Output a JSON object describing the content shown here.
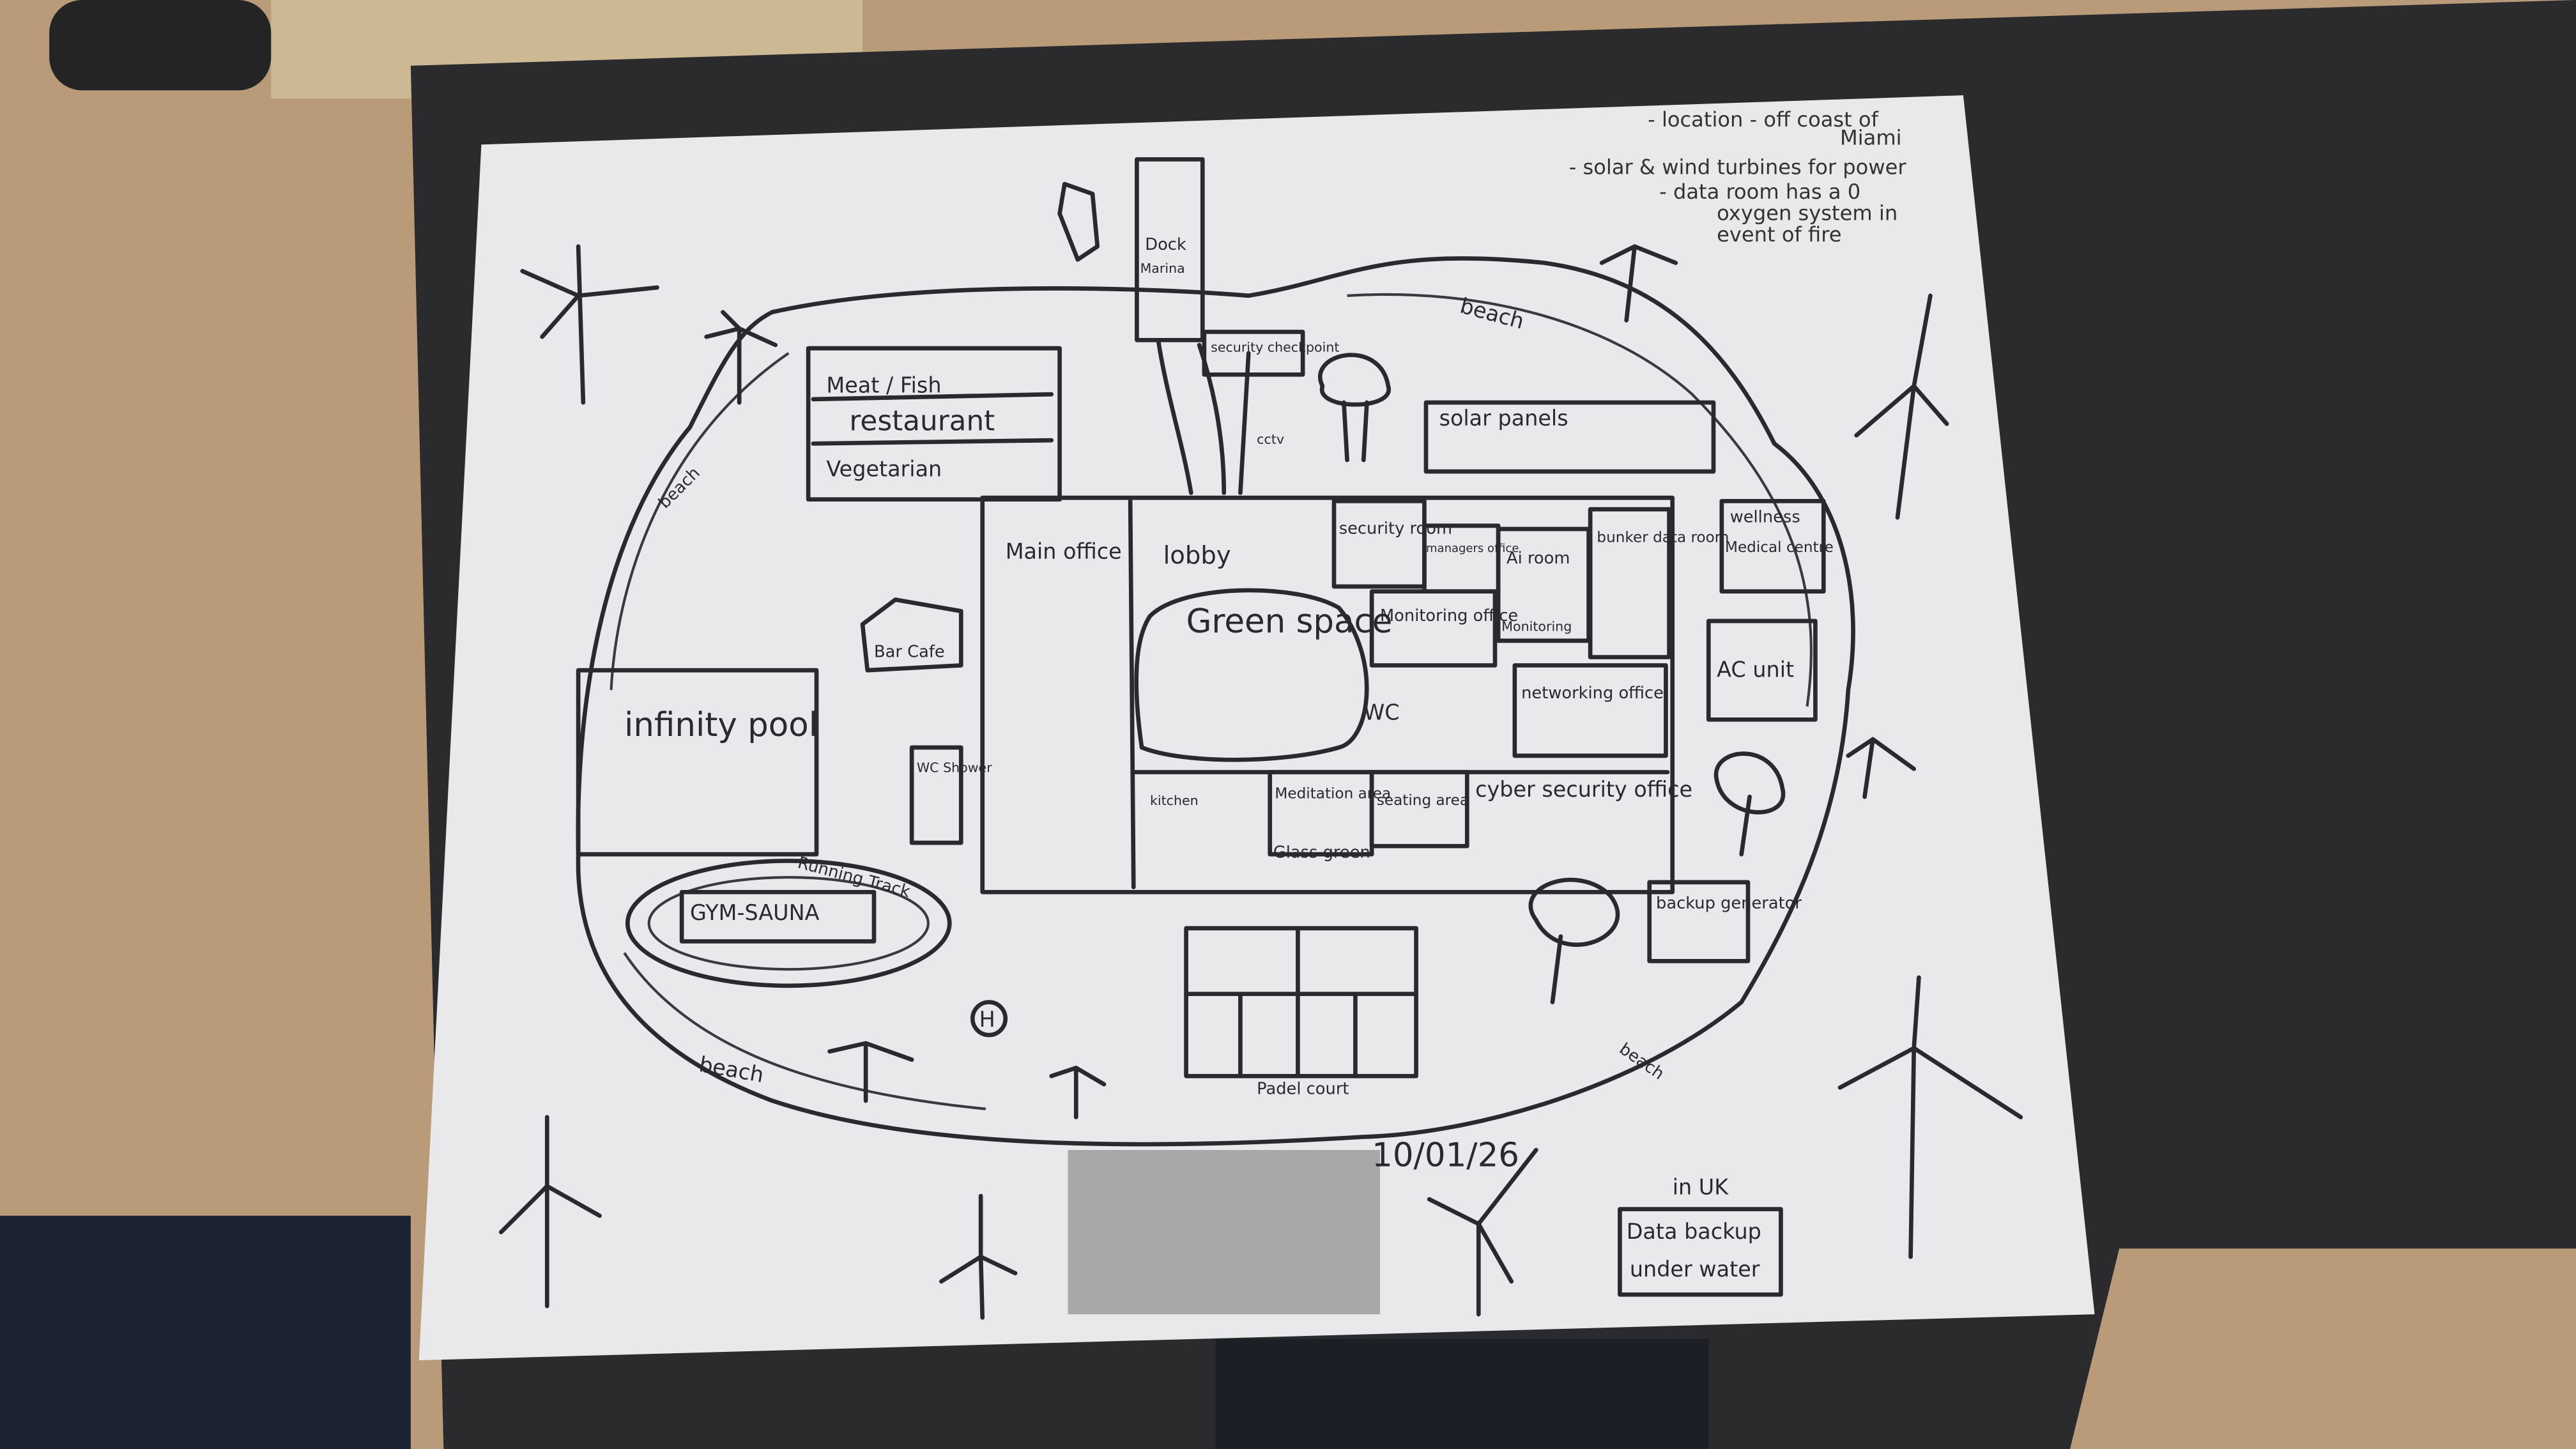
{
  "notes": {
    "line1": "- location - off coast of",
    "line2": "Miami",
    "line3": "- solar & wind turbines for power",
    "line4": "- data room has a 0",
    "line5": "oxygen system in",
    "line6": "event of fire"
  },
  "labels": {
    "dock": "Dock",
    "marina": "Marina",
    "security_checkpoint": "security checkpoint",
    "cctv": "cctv",
    "beach": "beach",
    "meat_fish": "Meat / Fish",
    "restaurant": "restaurant",
    "vegetarian": "Vegetarian",
    "solar_panels": "solar panels",
    "wellness": "wellness",
    "medical_centre": "Medical centre",
    "main_office": "Main office",
    "lobby": "lobby",
    "security_room": "security room",
    "managers_office": "managers office",
    "ai_room": "Ai room",
    "bunker_data_room": "bunker data room",
    "green_space": "Green space",
    "monitoring_office": "Monitoring office",
    "monitoring": "Monitoring",
    "networking_office": "networking office",
    "ac_unit": "AC unit",
    "wc": "WC",
    "kitchen": "kitchen",
    "meditation_area": "Meditation area",
    "seating_area": "seating area",
    "cyber_security_office": "cyber security office",
    "glass_green": "Glass green",
    "bar_cafe": "Bar Cafe",
    "infinity_pool": "infinity pool",
    "wc_shower": "WC Shower",
    "running_track": "Running Track",
    "gym_sauna": "GYM-SAUNA",
    "helipad": "H",
    "padel_court": "Padel court",
    "backup_generator": "backup generator",
    "date": "10/01/26",
    "in_uk": "in UK",
    "data_backup": "Data backup",
    "under_water": "under water"
  }
}
